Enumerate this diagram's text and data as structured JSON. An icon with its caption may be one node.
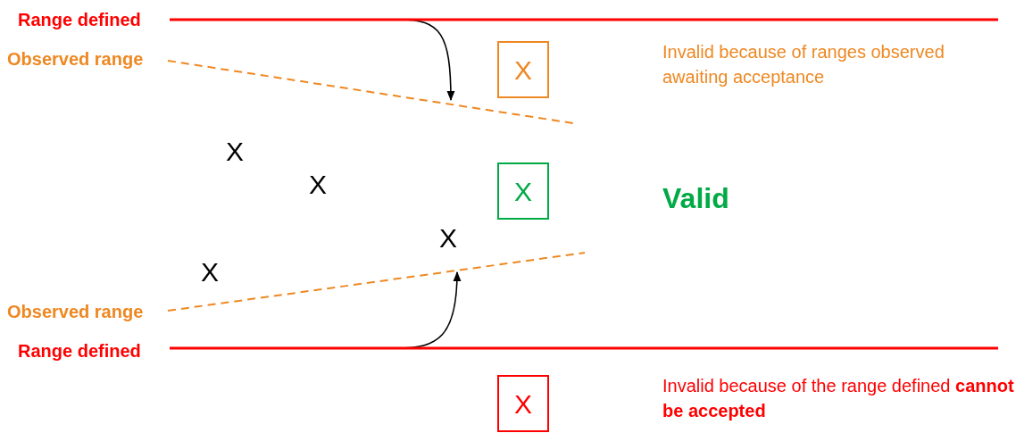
{
  "diagram": {
    "nodes": [
      {
        "text": [
          "Range defined"
        ]
      },
      {
        "text": [
          "Observed range"
        ]
      },
      {
        "text": [
          "Observed range"
        ]
      },
      {
        "text": [
          "Range defined"
        ]
      },
      {
        "text": [
          "X"
        ]
      },
      {
        "text": [
          "X"
        ],
        "beside": [
          "Valid"
        ]
      },
      {
        "text": [
          "X"
        ]
      }
    ],
    "edges": [
      {
        "from": 0,
        "to": 1,
        "arrow": "to"
      },
      {
        "from": 3,
        "to": 2,
        "arrow": "to"
      }
    ],
    "labels": [
      "Invalid because of ranges observed awaiting acceptance",
      "X",
      "X",
      "X",
      "X",
      "Invalid because of the range defined **cannot be accepted**"
    ]
  }
}
